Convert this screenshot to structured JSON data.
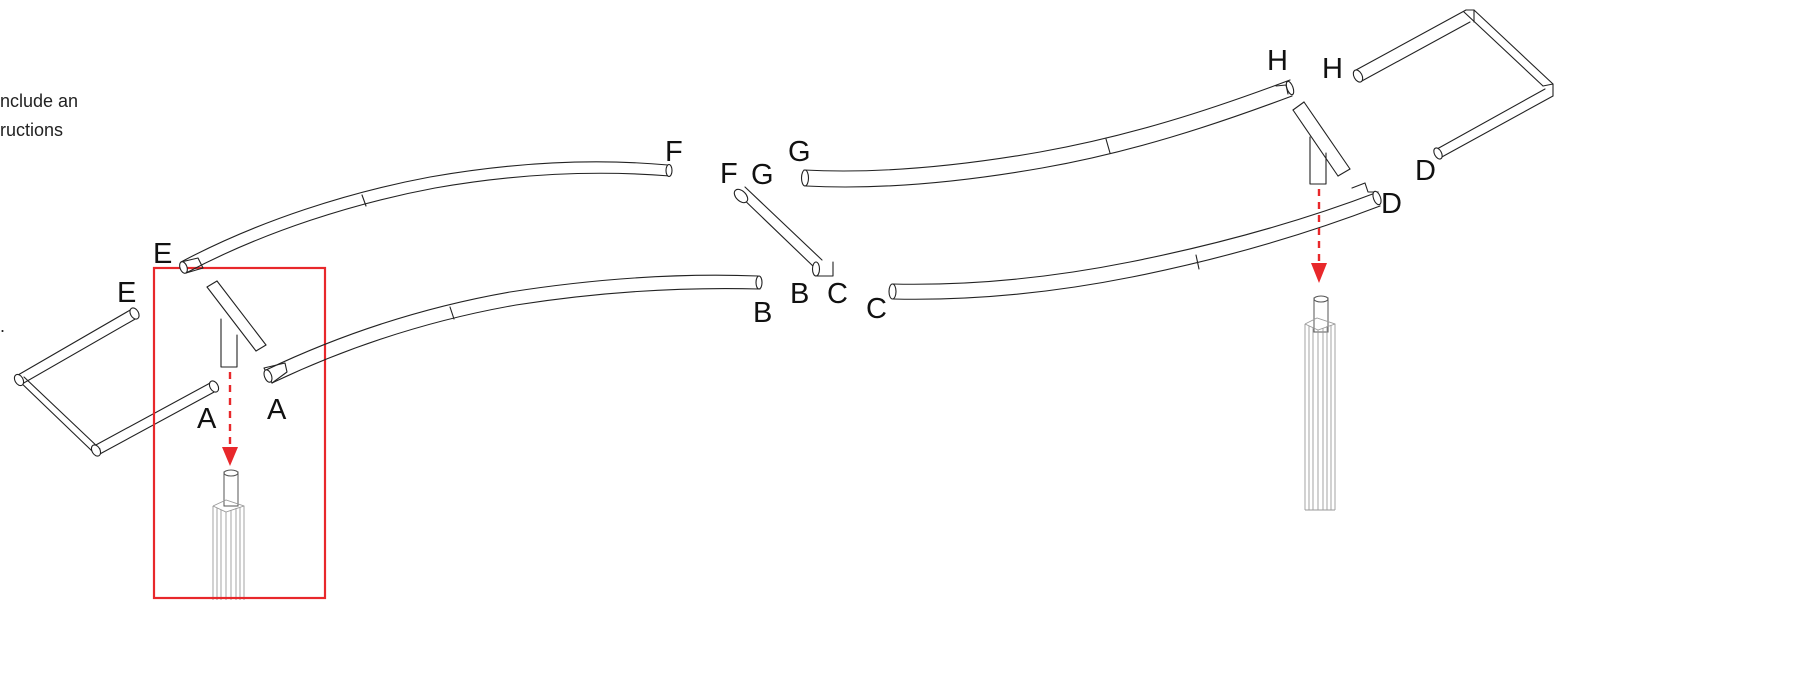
{
  "notes": {
    "line1": "nclude an",
    "line2": "ructions",
    "line3": "."
  },
  "labels": {
    "e_outer": "E",
    "e_inner": "E",
    "a_left": "A",
    "a_right": "A",
    "f_left": "F",
    "b_right": "B",
    "f_connector": "F",
    "g_connector": "G",
    "b_connector": "B",
    "c_connector": "C",
    "c_left": "C",
    "g_left": "G",
    "h_upper": "H",
    "h_frame": "H",
    "d_frame": "D",
    "d_right": "D"
  },
  "colors": {
    "arrow": "#e8282b",
    "highlight_box": "#e8282b",
    "tube_stroke": "#222222",
    "post_stroke": "#9a9a9a"
  }
}
